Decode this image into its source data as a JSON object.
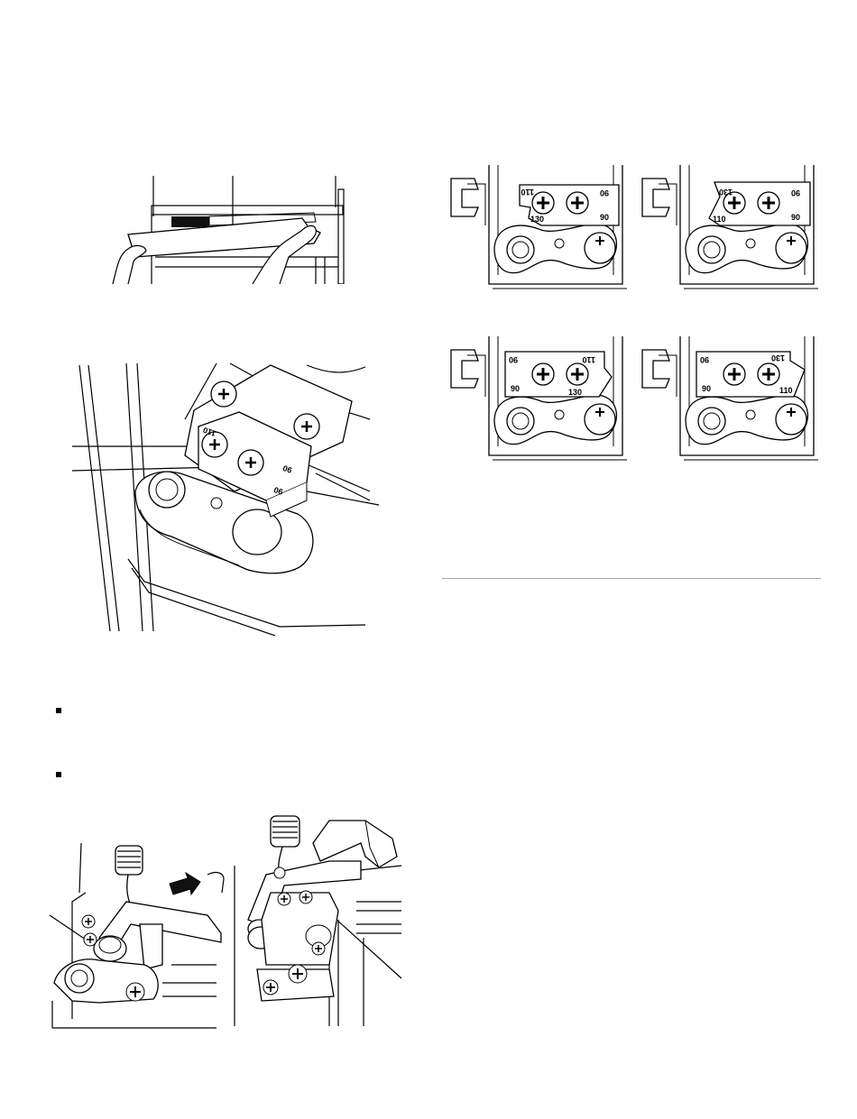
{
  "hinge_plate_labels": {
    "fig_a": {
      "top_left": "110",
      "top_right": "90",
      "bottom_left": "130",
      "bottom_right": "90"
    },
    "fig_b": {
      "top_left": "130",
      "top_right": "90",
      "bottom_left": "110",
      "bottom_right": "90"
    },
    "fig_c": {
      "top_left": "90",
      "top_right": "110",
      "bottom_left": "90",
      "bottom_right": "130"
    },
    "fig_d": {
      "top_left": "90",
      "top_right": "130",
      "bottom_left": "90",
      "bottom_right": "110"
    }
  },
  "hinge_closeup_labels": {
    "upper": "110",
    "middle": "90",
    "lower": "90"
  }
}
